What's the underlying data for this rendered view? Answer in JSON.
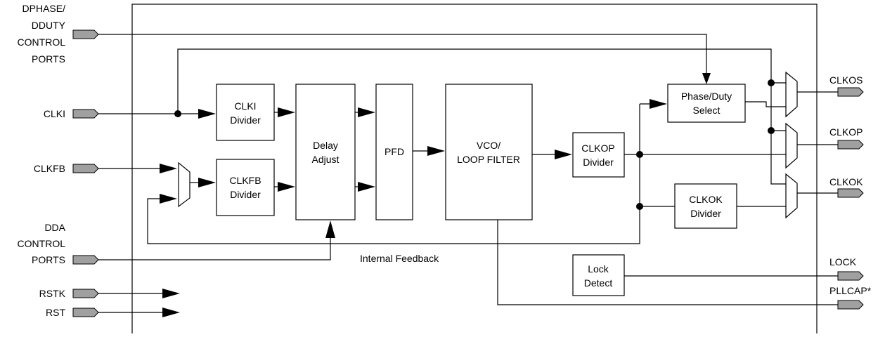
{
  "inputs": {
    "dphase": [
      "DPHASE/",
      "DDUTY",
      "CONTROL",
      "PORTS"
    ],
    "clki": "CLKI",
    "clkfb": "CLKFB",
    "dda": [
      "DDA",
      "CONTROL",
      "PORTS"
    ],
    "rstk": "RSTK",
    "rst": "RST"
  },
  "outputs": {
    "clkos": "CLKOS",
    "clkop": "CLKOP",
    "clkok": "CLKOK",
    "lock": "LOCK",
    "pllcap": "PLLCAP*"
  },
  "blocks": {
    "clki_divider": [
      "CLKI",
      "Divider"
    ],
    "clkfb_divider": [
      "CLKFB",
      "Divider"
    ],
    "delay_adjust": [
      "Delay",
      "Adjust"
    ],
    "pfd": "PFD",
    "vco": [
      "VCO/",
      "LOOP FILTER"
    ],
    "clkop_divider": [
      "CLKOP",
      "Divider"
    ],
    "phase_duty": [
      "Phase/Duty",
      "Select"
    ],
    "clkok_divider": [
      "CLKOK",
      "Divider"
    ],
    "lock_detect": [
      "Lock",
      "Detect"
    ]
  },
  "labels": {
    "internal_feedback": "Internal Feedback"
  }
}
